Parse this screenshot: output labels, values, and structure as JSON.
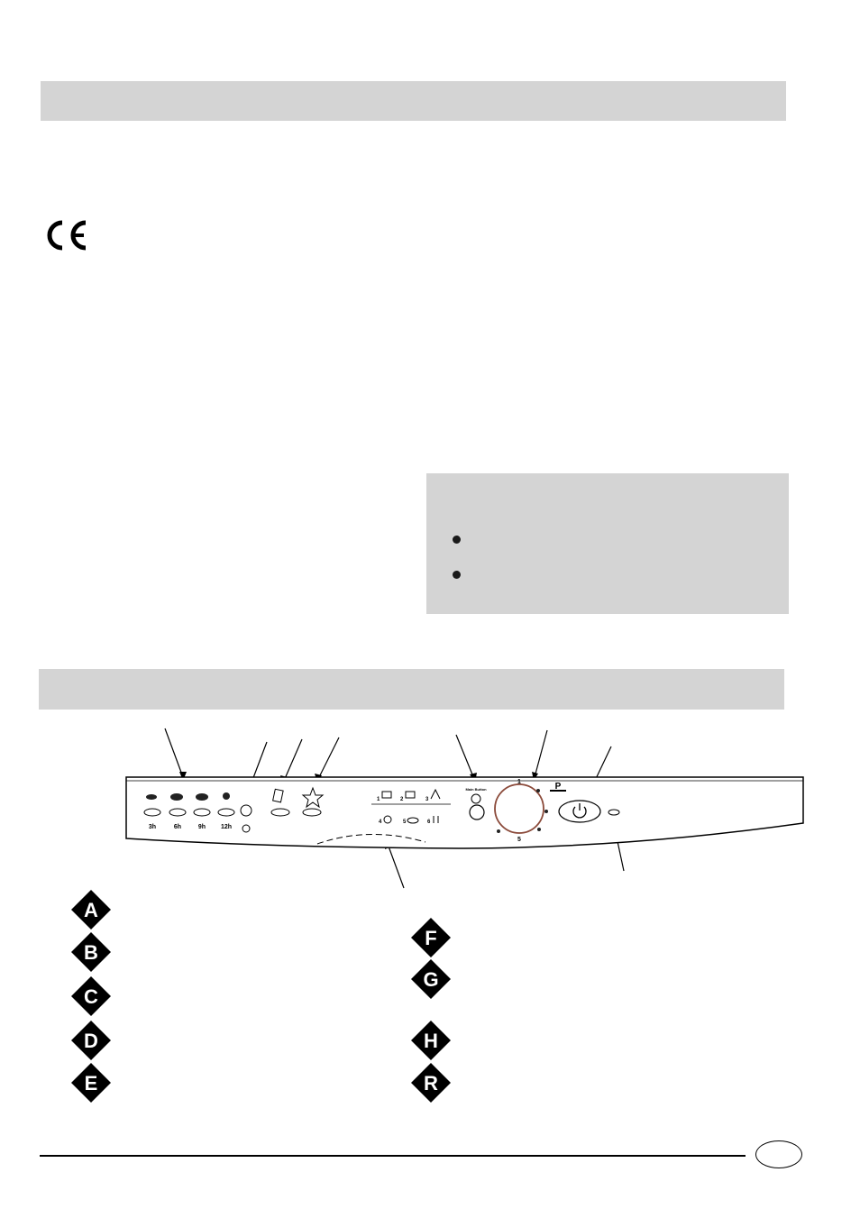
{
  "panel": {
    "delay_labels": [
      "3h",
      "6h",
      "9h",
      "12h"
    ],
    "program_numbers": [
      "1",
      "2",
      "3",
      "4",
      "5",
      "6"
    ],
    "main_button_label": "Main Button",
    "power_label": "P",
    "dial_numbers": [
      "1",
      "5"
    ]
  },
  "legend": {
    "left": [
      "A",
      "B",
      "C",
      "D",
      "E"
    ],
    "right": [
      "F",
      "G",
      "H",
      "R"
    ]
  },
  "colors": {
    "section_bar": "#d4d4d4",
    "dial_ring": "#8b4a3a"
  }
}
